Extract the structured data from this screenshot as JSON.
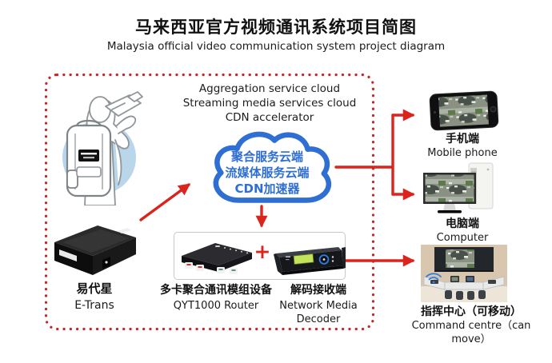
{
  "colors": {
    "arrow_red": "#da241d",
    "border_red": "#c2272d",
    "cloud_blue": "#2f6ed3"
  },
  "title": {
    "zh": "马来西亚官方视频通讯系统项目简图",
    "en": "Malaysia official video communication system project diagram"
  },
  "cloud": {
    "caption": [
      "Aggregation service cloud",
      "Streaming media services cloud",
      "CDN accelerator"
    ],
    "label": [
      "聚合服务云端",
      "流媒体服务云端",
      "CDN加速器"
    ]
  },
  "nodes": {
    "etrans": {
      "zh": "易代星",
      "en": "E-Trans"
    },
    "router": {
      "zh": "多卡聚合通讯模组设备",
      "en": "QYT1000 Router"
    },
    "plus": "+",
    "decoder": {
      "zh": "解码接收端",
      "en": "Network Media Decoder"
    },
    "phone": {
      "zh": "手机端",
      "en": "Mobile phone"
    },
    "computer": {
      "zh": "电脑端",
      "en": "Computer"
    },
    "command_centre": {
      "zh": "指挥中心（可移动）",
      "en": "Command centre（can move）"
    }
  }
}
